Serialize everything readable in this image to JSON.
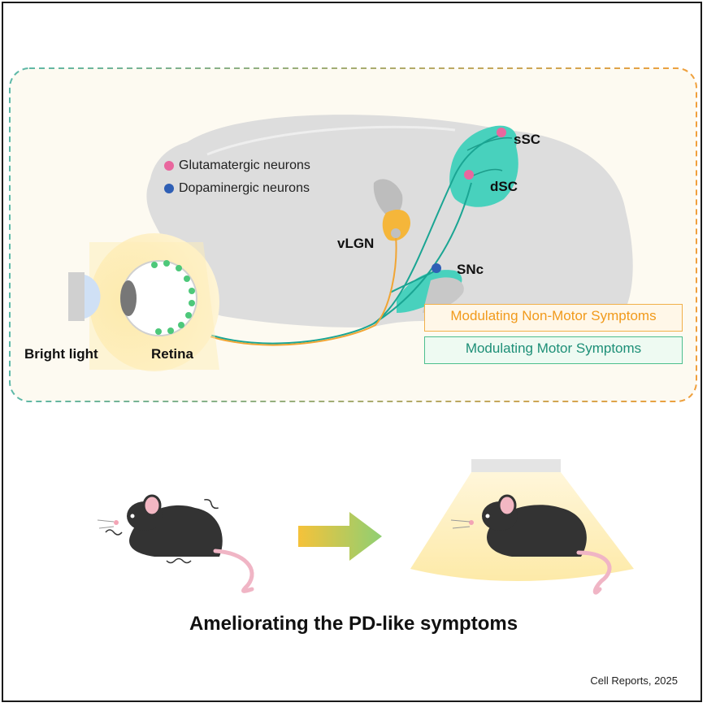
{
  "legend": {
    "items": [
      {
        "label": "Glutamatergic neurons",
        "color": "#e9679e"
      },
      {
        "label": "Dopaminergic neurons",
        "color": "#2f5fb5"
      }
    ]
  },
  "regions": {
    "sSC": "sSC",
    "dSC": "dSC",
    "vLGN": "vLGN",
    "SNc": "SNc",
    "retina": "Retina",
    "bright_light": "Bright light"
  },
  "pathways": {
    "non_motor": {
      "label": "Modulating Non-Motor Symptoms",
      "color": "#f1a534"
    },
    "motor": {
      "label": "Modulating Motor Symptoms",
      "color": "#1aa593"
    }
  },
  "bottom_title": "Ameliorating the PD-like symptoms",
  "citation": "Cell Reports, 2025",
  "colors": {
    "brain": "#dcdcdc",
    "panel_bg": "#fdfaf1",
    "teal": "#3ccdb8",
    "orange": "#f5b63a",
    "light_glow": "#fde9a8"
  }
}
